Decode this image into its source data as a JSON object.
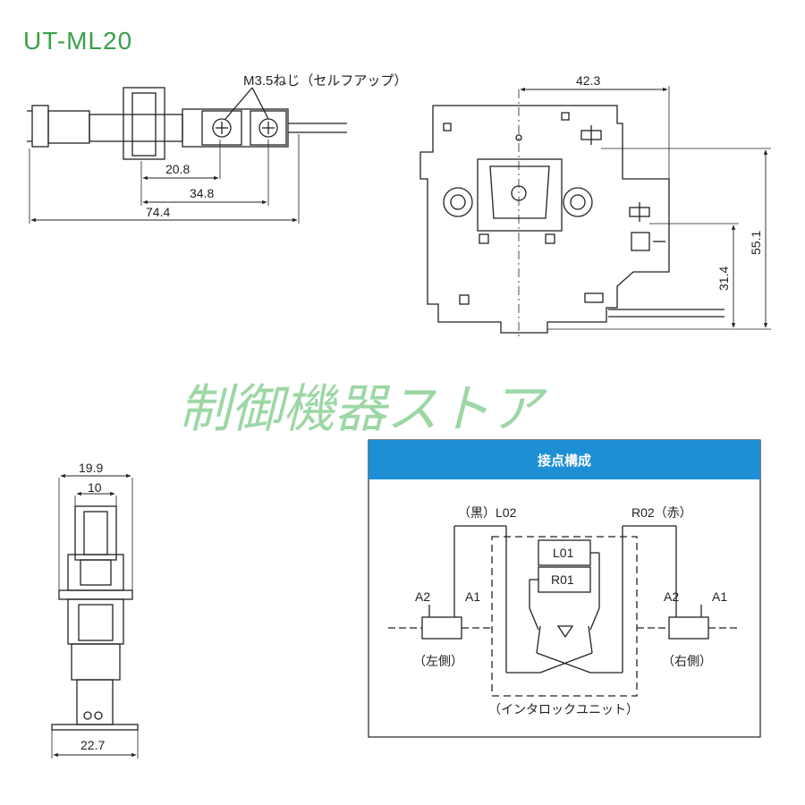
{
  "header": {
    "title": "UT-ML20"
  },
  "watermark": "制御機器ストア",
  "colors": {
    "accent": "#1e8fd4",
    "stroke": "#222222",
    "title": "#3aa04a",
    "watermark": "#4db85c"
  },
  "side_view": {
    "screw_label": "M3.5ねじ（セルフアップ）",
    "dim_20_8": "20.8",
    "dim_34_8": "34.8",
    "dim_74_4": "74.4"
  },
  "front_view": {
    "dim_42_3": "42.3",
    "dim_55_1": "55.1",
    "dim_31_4": "31.4"
  },
  "end_view": {
    "dim_19_9": "19.9",
    "dim_10": "10",
    "dim_22_7": "22.7"
  },
  "contact_panel": {
    "header": "接点構成",
    "left_wire": "（黒）L02",
    "right_wire": "R02（赤）",
    "left_a2": "A2",
    "left_a1": "A1",
    "right_a2": "A2",
    "right_a1": "A1",
    "box_l01": "L01",
    "box_r01": "R01",
    "left_side": "（左側）",
    "right_side": "（右側）",
    "unit_label": "（インタロックユニット）"
  }
}
